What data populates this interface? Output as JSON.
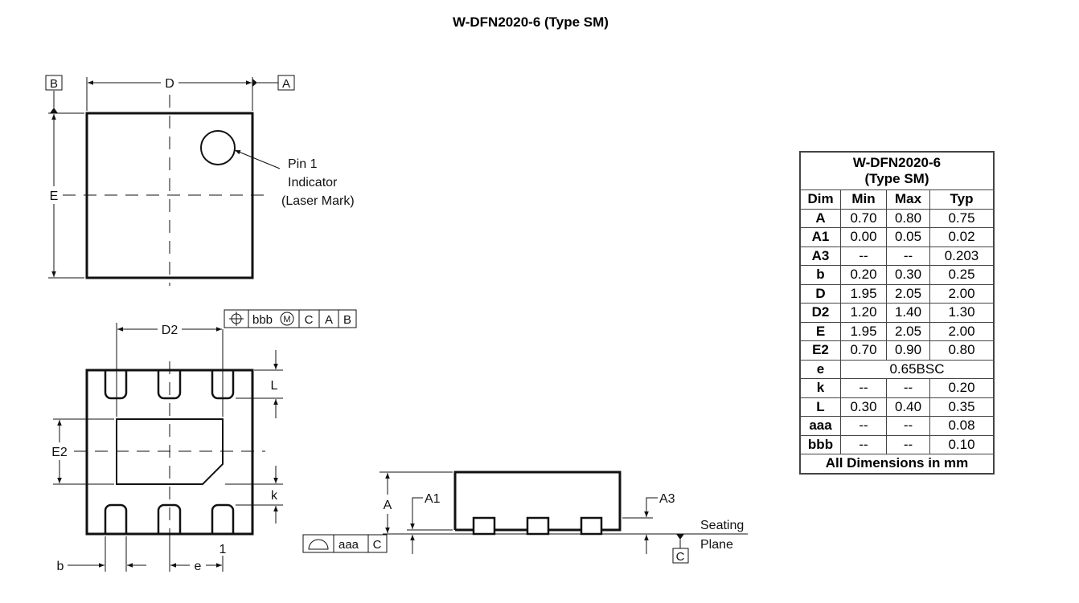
{
  "title": "W-DFN2020-6 (Type SM)",
  "top_view": {
    "datum_b": "B",
    "datum_a": "A",
    "dim_d": "D",
    "dim_e": "E",
    "pin1_note": [
      "Pin 1",
      "Indicator",
      "(Laser Mark)"
    ]
  },
  "bottom_view": {
    "dim_d2": "D2",
    "dim_e2": "E2",
    "dim_l": "L",
    "dim_k": "k",
    "dim_b": "b",
    "dim_e": "e",
    "pin1_label": "1",
    "fcf": {
      "tolerance": "bbb",
      "modifier": "M",
      "datums": [
        "C",
        "A",
        "B"
      ]
    }
  },
  "side_view": {
    "dim_a": "A",
    "dim_a1": "A1",
    "dim_a3": "A3",
    "seating_plane": [
      "Seating",
      "Plane"
    ],
    "datum_c": "C",
    "flatness": {
      "tolerance": "aaa",
      "datum": "C"
    }
  },
  "table": {
    "caption_line1": "W-DFN2020-6",
    "caption_line2": "(Type SM)",
    "headers": [
      "Dim",
      "Min",
      "Max",
      "Typ"
    ],
    "rows": [
      [
        "A",
        "0.70",
        "0.80",
        "0.75"
      ],
      [
        "A1",
        "0.00",
        "0.05",
        "0.02"
      ],
      [
        "A3",
        "--",
        "--",
        "0.203"
      ],
      [
        "b",
        "0.20",
        "0.30",
        "0.25"
      ],
      [
        "D",
        "1.95",
        "2.05",
        "2.00"
      ],
      [
        "D2",
        "1.20",
        "1.40",
        "1.30"
      ],
      [
        "E",
        "1.95",
        "2.05",
        "2.00"
      ],
      [
        "E2",
        "0.70",
        "0.90",
        "0.80"
      ],
      [
        "e",
        "0.65BSC"
      ],
      [
        "k",
        "--",
        "--",
        "0.20"
      ],
      [
        "L",
        "0.30",
        "0.40",
        "0.35"
      ],
      [
        "aaa",
        "--",
        "--",
        "0.08"
      ],
      [
        "bbb",
        "--",
        "--",
        "0.10"
      ]
    ],
    "footer": "All Dimensions in mm"
  }
}
